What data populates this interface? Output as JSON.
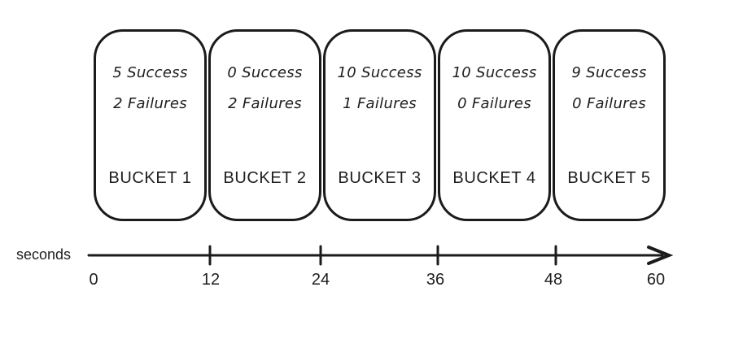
{
  "diagram": {
    "buckets": [
      {
        "name": "BUCKET 1",
        "success_line": "5 Success",
        "failures_line": "2 Failures"
      },
      {
        "name": "BUCKET 2",
        "success_line": "0 Success",
        "failures_line": "2 Failures"
      },
      {
        "name": "BUCKET 3",
        "success_line": "10 Success",
        "failures_line": "1 Failures"
      },
      {
        "name": "BUCKET 4",
        "success_line": "10 Success",
        "failures_line": "0 Failures"
      },
      {
        "name": "BUCKET 5",
        "success_line": "9 Success",
        "failures_line": "0 Failures"
      }
    ],
    "axis": {
      "label": "seconds",
      "tick_labels": [
        "0",
        "12",
        "24",
        "36",
        "48",
        "60"
      ]
    },
    "colors": {
      "stroke": "#1b1b1b",
      "text": "#1e1e1e",
      "background": "#ffffff"
    }
  }
}
